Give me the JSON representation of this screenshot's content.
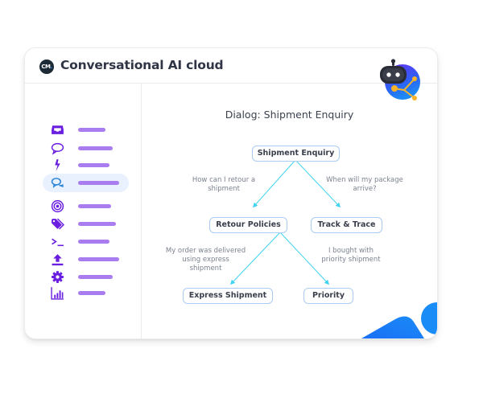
{
  "app": {
    "logo_text": "CM",
    "title": "Conversational AI cloud"
  },
  "sidebar": {
    "active_index": 3,
    "items": [
      {
        "icon": "inbox-icon",
        "label_bar": true
      },
      {
        "icon": "chat-bubble-icon",
        "label_bar": true
      },
      {
        "icon": "lightning-icon",
        "label_bar": true
      },
      {
        "icon": "conversation-icon",
        "label_bar": true,
        "active": true
      },
      {
        "icon": "target-icon",
        "label_bar": true
      },
      {
        "icon": "tags-icon",
        "label_bar": true
      },
      {
        "icon": "terminal-icon",
        "label_bar": true
      },
      {
        "icon": "upload-icon",
        "label_bar": true
      },
      {
        "icon": "gear-icon",
        "label_bar": true
      },
      {
        "icon": "bar-chart-icon",
        "label_bar": true
      }
    ]
  },
  "dialog": {
    "title": "Dialog: Shipment Enquiry",
    "nodes": {
      "root": "Shipment Enquiry",
      "retour": "Retour Policies",
      "track": "Track & Trace",
      "express": "Express Shipment",
      "priority": "Priority"
    },
    "edges": {
      "root_to_retour": [
        "How can I retour a",
        "shipment"
      ],
      "root_to_track": [
        "When will my package",
        "arrive?"
      ],
      "retour_to_express": [
        "My order was delivered",
        "using express",
        "shipment"
      ],
      "retour_to_priority": [
        "I bought with",
        "priority shipment"
      ]
    }
  },
  "colors": {
    "accent_purple": "#6a1ee0",
    "label_bar": "#a97cf0",
    "active_bg": "#e8f1fd",
    "edge_cyan": "#3fd3f0",
    "node_border": "#a9ccf2",
    "brand_blue": "#1a7cf5"
  }
}
